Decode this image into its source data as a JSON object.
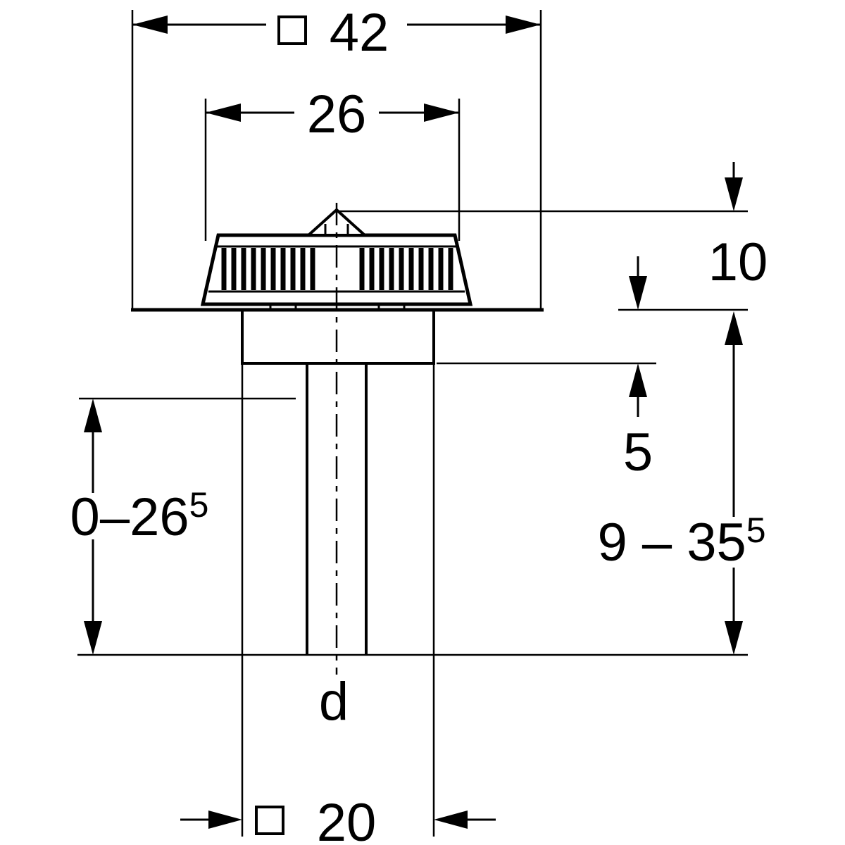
{
  "diagram": {
    "labels": {
      "flange_width": {
        "symbol": "□",
        "value": "42"
      },
      "strainer_width": {
        "value": "26"
      },
      "strainer_height": {
        "value": "10"
      },
      "collar_depth": {
        "value": "5"
      },
      "depth_range": {
        "value": "9 – 35",
        "sup": "5"
      },
      "pipe_adjust_range": {
        "value": "0–26",
        "sup": "5"
      },
      "body_width": {
        "symbol": "□",
        "value": "20"
      },
      "pipe_diameter_label": {
        "value": "d"
      }
    },
    "colors": {
      "line": "#000000",
      "background": "#ffffff"
    }
  }
}
